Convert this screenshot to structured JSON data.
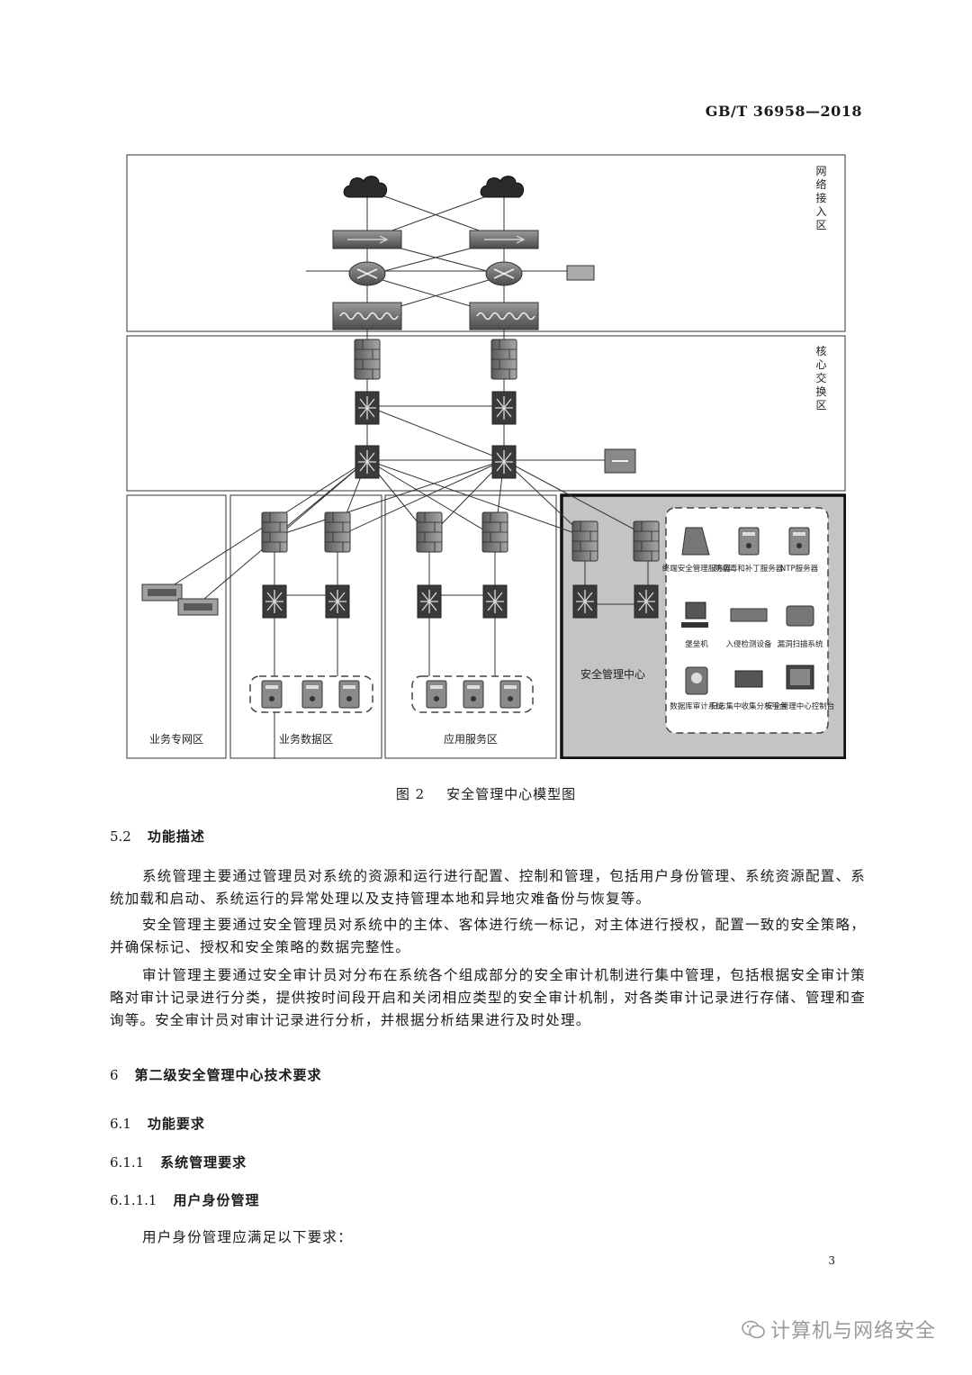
{
  "header": {
    "standard_code": "GB/T 36958—2018"
  },
  "figure": {
    "zones": {
      "network_access": "网络接入区",
      "core_switch": "核心交换区",
      "biz_private": "业务专网区",
      "biz_data": "业务数据区",
      "app_service": "应用服务区",
      "sec_mgmt_center": "安全管理中心"
    },
    "devices": {
      "terminal_security": "终端安全管理服务器",
      "antivirus_patch": "防病毒和补丁服务器",
      "ntp_server": "NTP服务器",
      "bastion": "堡垒机",
      "ids": "入侵检测设备",
      "vuln_scan": "漏洞扫描系统",
      "db_audit": "数据库审计系统",
      "log_collect": "日志集中收集分析平台",
      "smc_console": "安全管理中心控制台"
    },
    "caption_num": "图 2",
    "caption_title": "安全管理中心模型图"
  },
  "sections": {
    "s52": {
      "num": "5.2",
      "title": "功能描述"
    },
    "s6": {
      "num": "6",
      "title": "第二级安全管理中心技术要求"
    },
    "s61": {
      "num": "6.1",
      "title": "功能要求"
    },
    "s611": {
      "num": "6.1.1",
      "title": "系统管理要求"
    },
    "s6111": {
      "num": "6.1.1.1",
      "title": "用户身份管理"
    }
  },
  "paragraphs": {
    "p1": "系统管理主要通过管理员对系统的资源和运行进行配置、控制和管理，包括用户身份管理、系统资源配置、系统加载和启动、系统运行的异常处理以及支持管理本地和异地灾难备份与恢复等。",
    "p2": "安全管理主要通过安全管理员对系统中的主体、客体进行统一标记，对主体进行授权，配置一致的安全策略，并确保标记、授权和安全策略的数据完整性。",
    "p3": "审计管理主要通过安全审计员对分布在系统各个组成部分的安全审计机制进行集中管理，包括根据安全审计策略对审计记录进行分类，提供按时间段开启和关闭相应类型的安全审计机制，对各类审计记录进行存储、管理和查询等。安全审计员对审计记录进行分析，并根据分析结果进行及时处理。",
    "p4": "用户身份管理应满足以下要求："
  },
  "footer": {
    "page_number": "3",
    "watermark": "计算机与网络安全"
  }
}
